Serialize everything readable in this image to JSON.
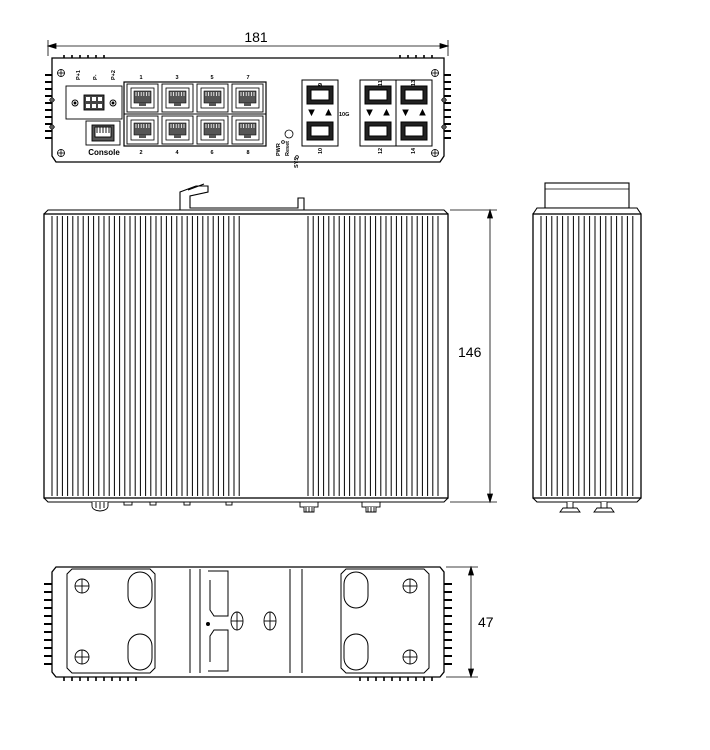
{
  "dimensions": {
    "width": "181",
    "height": "146",
    "depth": "47"
  },
  "front_panel": {
    "power_labels": [
      "P+1",
      "P-",
      "P+2"
    ],
    "console_label": "Console",
    "rj45_top_ports": [
      "1",
      "3",
      "5",
      "7"
    ],
    "rj45_bottom_ports": [
      "2",
      "4",
      "6",
      "8"
    ],
    "status_labels": [
      "PWR",
      "Reset",
      "SYS"
    ],
    "sfp_10g_top": "9",
    "sfp_10g_bottom": "10",
    "sfp_10g_label": "10G",
    "sfp_top_ports": [
      "11",
      "13"
    ],
    "sfp_bottom_ports": [
      "12",
      "14"
    ]
  }
}
